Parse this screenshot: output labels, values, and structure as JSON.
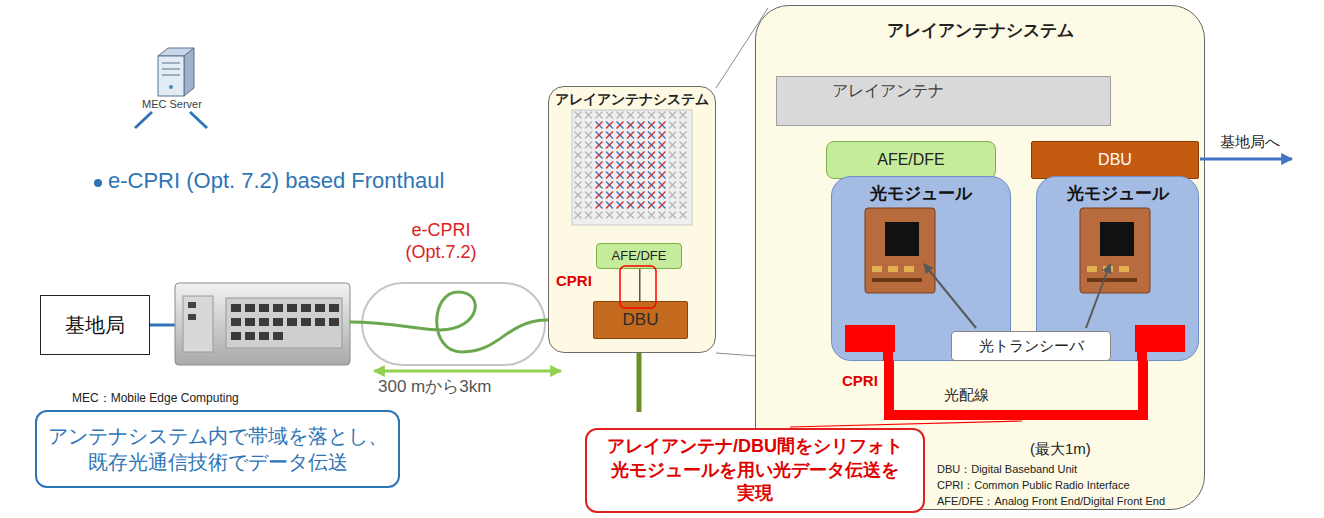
{
  "diagram": {
    "nodes": [
      {
        "text": [
          "基地局"
        ]
      },
      {
        "text": [
          "アレイアンテナシステム"
        ]
      },
      {
        "text": [
          "AFE/DFE"
        ],
        "in": 1
      },
      {
        "text": [
          "DBU"
        ],
        "in": 1
      },
      {
        "text": [
          "アレイアンテナシステム"
        ]
      },
      {
        "text": [
          "アレイアンテナ"
        ],
        "in": 4
      },
      {
        "text": [
          "AFE/DFE"
        ],
        "in": 4
      },
      {
        "text": [
          "DBU"
        ],
        "in": 4
      },
      {
        "text": [
          "光モジュール"
        ],
        "in": 4
      },
      {
        "text": [
          "光モジュール"
        ],
        "in": 4
      },
      {
        "text": [
          "光トランシーバ"
        ],
        "in": 4
      },
      {
        "text": [
          "アンテナシステム内で帯域を落とし、 既存光通信技術でデータ伝送"
        ]
      },
      {
        "text": [
          "アレイアンテナ/DBU間をシリフォト 光モジュールを用い光データ伝送を 実現"
        ]
      }
    ],
    "edges": [
      {
        "from": 2,
        "to": 3,
        "arrow": "none"
      },
      {
        "from": 8,
        "to": 9,
        "arrow": "none"
      }
    ],
    "labels": [
      "e-CPRI (Opt. 7.2) based Fronthaul",
      "MEC Server",
      "e-CPRI (Opt.7.2)",
      "300 mから3km",
      "MEC：Mobile Edge Computing",
      "CPRI",
      "基地局へ",
      "CPRI",
      "光配線",
      "(最大1m)",
      "DBU：Digital Baseband Unit",
      "CPRI：Common Public Radio Interface",
      "AFE/DFE：Analog Front End/Digital Front End"
    ]
  }
}
